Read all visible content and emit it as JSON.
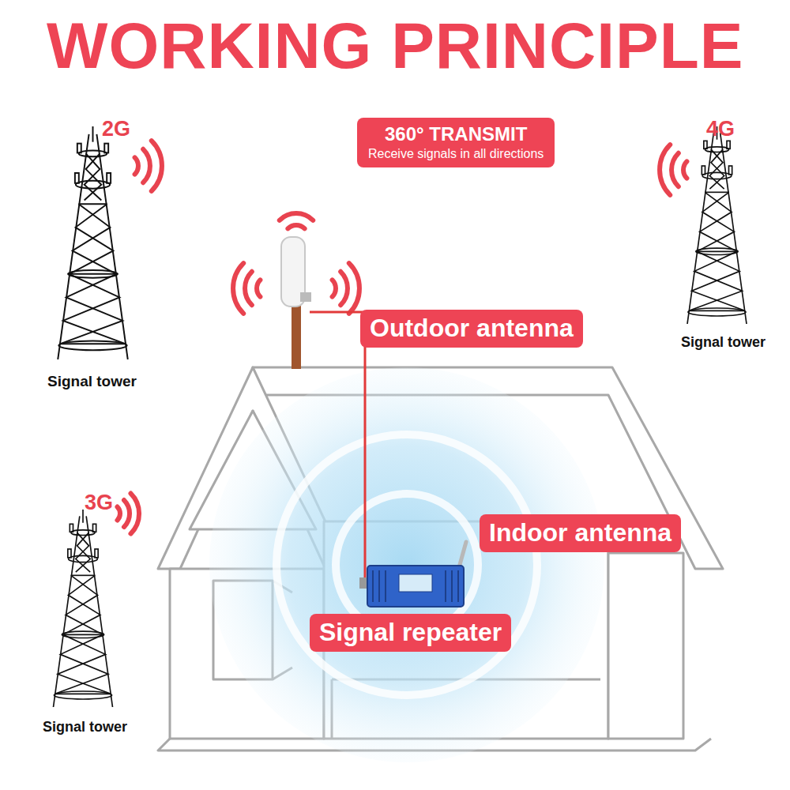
{
  "diagram": {
    "title": "WORKING PRINCIPLE",
    "nodes": [
      {
        "text": [
          "360° TRANSMIT",
          "Receive signals in all directions"
        ]
      },
      {
        "text": [
          "Outdoor antenna"
        ]
      },
      {
        "text": [
          "Indoor antenna"
        ]
      },
      {
        "text": [
          "Signal repeater"
        ]
      }
    ],
    "labels": [
      "2G",
      "4G",
      "3G",
      "Signal tower",
      "Signal tower",
      "Signal tower"
    ]
  }
}
